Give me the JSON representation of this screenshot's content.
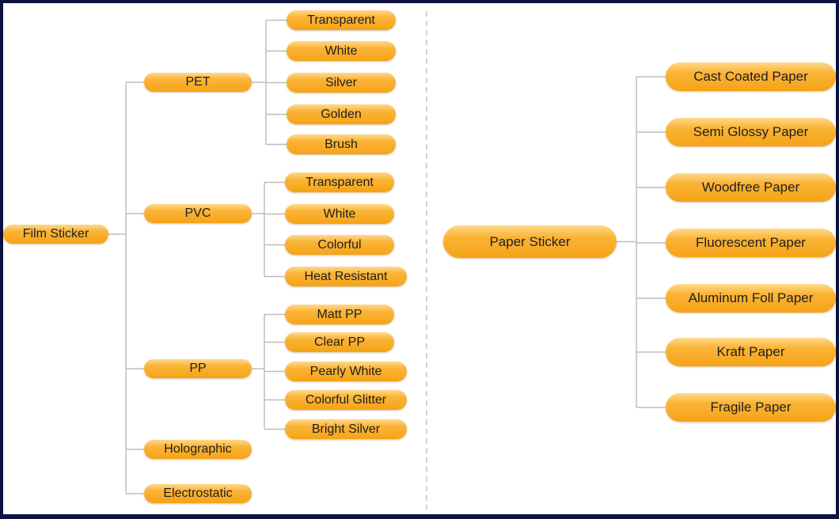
{
  "film": {
    "root": "Film Sticker",
    "groups": [
      {
        "label": "PET",
        "children": [
          "Transparent",
          "White",
          "Silver",
          "Golden",
          "Brush"
        ]
      },
      {
        "label": "PVC",
        "children": [
          "Transparent",
          "White",
          "Colorful",
          "Heat Resistant"
        ]
      },
      {
        "label": "PP",
        "children": [
          "Matt PP",
          "Clear PP",
          "Pearly White",
          "Colorful Glitter",
          "Bright Silver"
        ]
      },
      {
        "label": "Holographic",
        "children": []
      },
      {
        "label": "Electrostatic",
        "children": []
      }
    ]
  },
  "paper": {
    "root": "Paper Sticker",
    "children": [
      "Cast Coated Paper",
      "Semi Glossy Paper",
      "Woodfree  Paper",
      "Fluorescent Paper",
      "Aluminum Foll Paper",
      "Kraft Paper",
      "Fragile Paper"
    ]
  },
  "colors": {
    "pill": "#f5a316",
    "pill_highlight": "#ffd98a",
    "connector": "#bdbdbd",
    "divider": "#c4c4c4",
    "border": "#0c1340"
  }
}
